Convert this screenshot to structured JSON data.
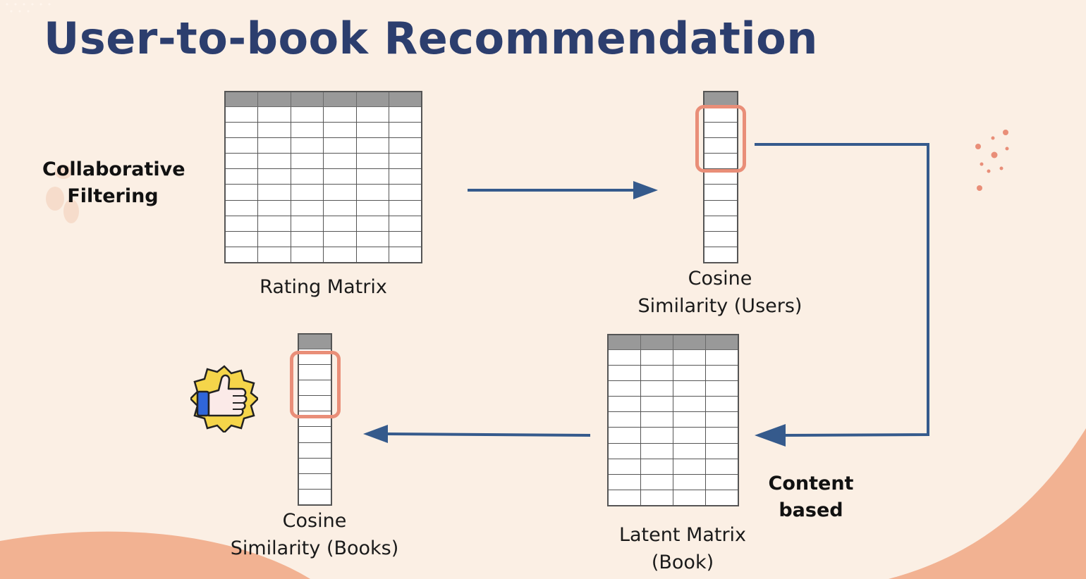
{
  "slide": {
    "title": "User-to-book Recommendation",
    "labels": {
      "collaborative": "Collaborative\nFiltering",
      "content": "Content\nbased"
    },
    "nodes": {
      "rating_matrix": {
        "caption": "Rating Matrix"
      },
      "cosine_users": {
        "caption": "Cosine\nSimilarity (Users)"
      },
      "latent_matrix": {
        "caption": "Latent Matrix\n(Book)"
      },
      "cosine_books": {
        "caption": "Cosine\nSimilarity (Books)"
      }
    },
    "icons": {
      "approval_badge": "thumbs-up-badge-icon"
    },
    "colors": {
      "background": "#fbefe4",
      "title": "#2c3e6e",
      "arrow": "#355a8c",
      "highlight": "#e98e78",
      "accent_blob": "#f2b292",
      "header_cell": "#999999"
    }
  }
}
